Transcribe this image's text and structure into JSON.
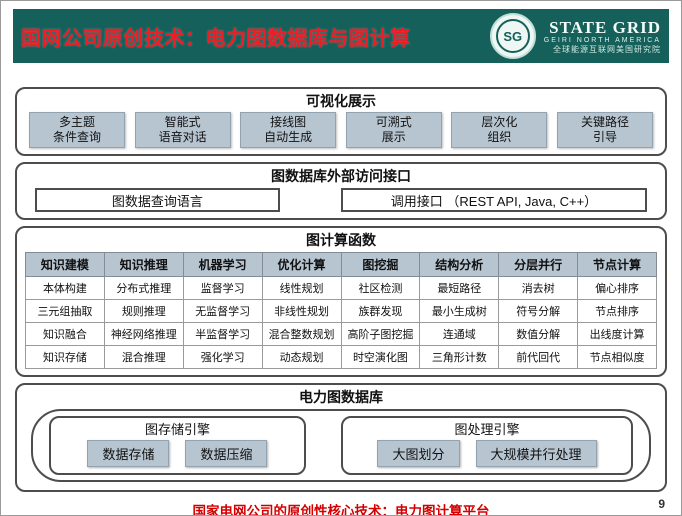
{
  "header": {
    "title": "国网公司原创技术：电力图数据库与图计算",
    "emblem_text": "SG",
    "logo_main": "STATE GRID",
    "logo_sub": "GEIRI NORTH AMERICA",
    "logo_cn": "全球能源互联网美国研究院"
  },
  "visualization": {
    "title": "可视化展示",
    "items": [
      {
        "line1": "多主题",
        "line2": "条件查询"
      },
      {
        "line1": "智能式",
        "line2": "语音对话"
      },
      {
        "line1": "接线图",
        "line2": "自动生成"
      },
      {
        "line1": "可溯式",
        "line2": "展示"
      },
      {
        "line1": "层次化",
        "line2": "组织"
      },
      {
        "line1": "关键路径",
        "line2": "引导"
      }
    ]
  },
  "interface": {
    "title": "图数据库外部访问接口",
    "left_box": "图数据查询语言",
    "right_box": "调用接口 （REST API,  Java, C++）"
  },
  "functions": {
    "title": "图计算函数",
    "columns": [
      {
        "header": "知识建模",
        "cells": [
          "本体构建",
          "三元组抽取",
          "知识融合",
          "知识存储"
        ]
      },
      {
        "header": "知识推理",
        "cells": [
          "分布式推理",
          "规则推理",
          "神经网络推理",
          "混合推理"
        ]
      },
      {
        "header": "机器学习",
        "cells": [
          "监督学习",
          "无监督学习",
          "半监督学习",
          "强化学习"
        ]
      },
      {
        "header": "优化计算",
        "cells": [
          "线性规划",
          "非线性规划",
          "混合整数规划",
          "动态规划"
        ]
      },
      {
        "header": "图挖掘",
        "cells": [
          "社区检测",
          "族群发现",
          "高阶子图挖掘",
          "时空演化图"
        ]
      },
      {
        "header": "结构分析",
        "cells": [
          "最短路径",
          "最小生成树",
          "连通域",
          "三角形计数"
        ]
      },
      {
        "header": "分层并行",
        "cells": [
          "消去树",
          "符号分解",
          "数值分解",
          "前代回代"
        ]
      },
      {
        "header": "节点计算",
        "cells": [
          "偏心排序",
          "节点排序",
          "出线度计算",
          "节点相似度"
        ]
      }
    ]
  },
  "database": {
    "title": "电力图数据库",
    "storage_engine": {
      "title": "图存储引擎",
      "buttons": [
        "数据存储",
        "数据压缩"
      ]
    },
    "processing_engine": {
      "title": "图处理引擎",
      "buttons": [
        "大图划分",
        "大规模并行处理"
      ]
    }
  },
  "footer": {
    "caption": "国家电网公司的原创性核心技术：电力图计算平台",
    "page_number": "9"
  }
}
